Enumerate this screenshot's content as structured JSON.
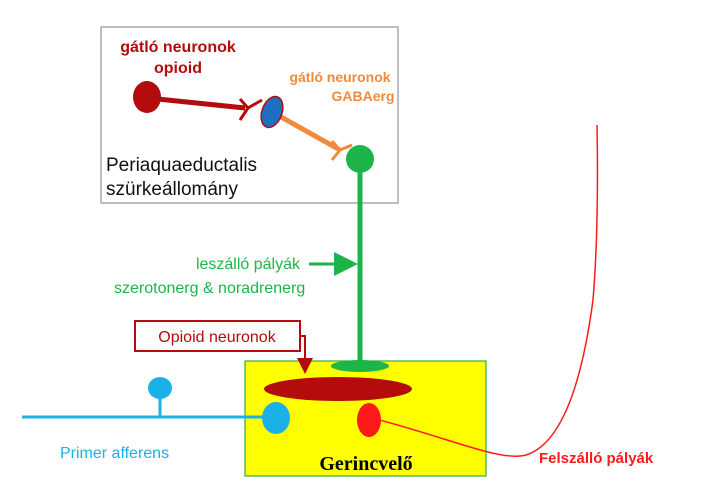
{
  "labels": {
    "inhib_opioid_line1": "gátló neuronok",
    "inhib_opioid_line2": "opioid",
    "inhib_gaba_line1": "gátló neuronok",
    "inhib_gaba_line2": "GABAerg",
    "pag_line1": "Periaquaeductalis",
    "pag_line2": "szürkeállomány",
    "descending_line1": "leszálló pályák",
    "descending_line2": "szerotonerg & noradrenerg",
    "opioid_neurons": "Opioid neuronok",
    "primary_afferent": "Primer afferens",
    "spinal_cord": "Gerincvelő",
    "ascending": "Felszálló pályák"
  },
  "colors": {
    "opioid_red": "#b40c0c",
    "gaba_orange": "#f08a3c",
    "gaba_blue": "#1f6fc0",
    "serotonergic_green": "#1db54a",
    "afferent_blue": "#1ab0e8",
    "ascending_red": "#ff1a1a",
    "spinal_yellow": "#ffff00"
  }
}
